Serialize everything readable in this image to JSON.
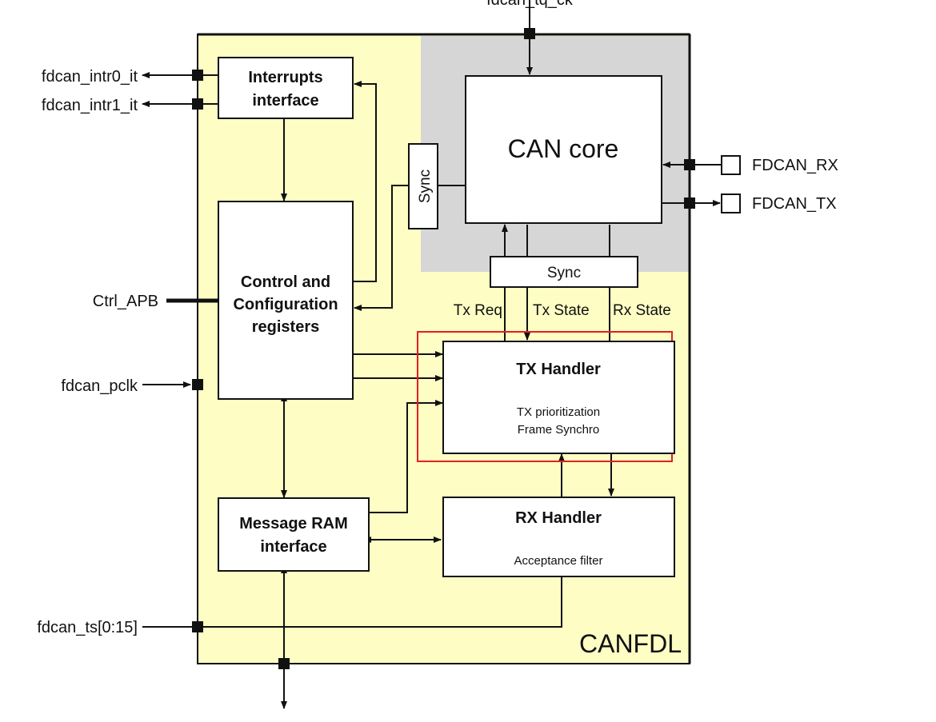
{
  "diagram": {
    "module_label": "CANFDL",
    "colors": {
      "module_fill": "#fdfdc4",
      "core_domain_fill": "#d6d6d6",
      "highlight": "#e02020",
      "line": "#111111"
    },
    "blocks": {
      "interrupts": {
        "line1": "Interrupts",
        "line2": "interface"
      },
      "control": {
        "line1": "Control and",
        "line2": "Configuration",
        "line3": "registers"
      },
      "msgram": {
        "line1": "Message RAM",
        "line2": "interface"
      },
      "can_core": {
        "title": "CAN core"
      },
      "sync_vertical": {
        "label": "Sync"
      },
      "sync_horizontal": {
        "label": "Sync"
      },
      "tx_handler": {
        "title": "TX Handler",
        "line1": "TX prioritization",
        "line2": "Frame Synchro"
      },
      "rx_handler": {
        "title": "RX Handler",
        "line1": "Acceptance filter"
      }
    },
    "signals": {
      "tq_clock": "fdcan_tq_ck",
      "intr0": "fdcan_intr0_it",
      "intr1": "fdcan_intr1_it",
      "ctrl_apb": "Ctrl_APB",
      "pclk": "fdcan_pclk",
      "timestamp": "fdcan_ts[0:15]",
      "rx_pin": "FDCAN_RX",
      "tx_pin": "FDCAN_TX",
      "tx_req": "Tx Req",
      "tx_state": "Tx State",
      "rx_state": "Rx State"
    }
  }
}
